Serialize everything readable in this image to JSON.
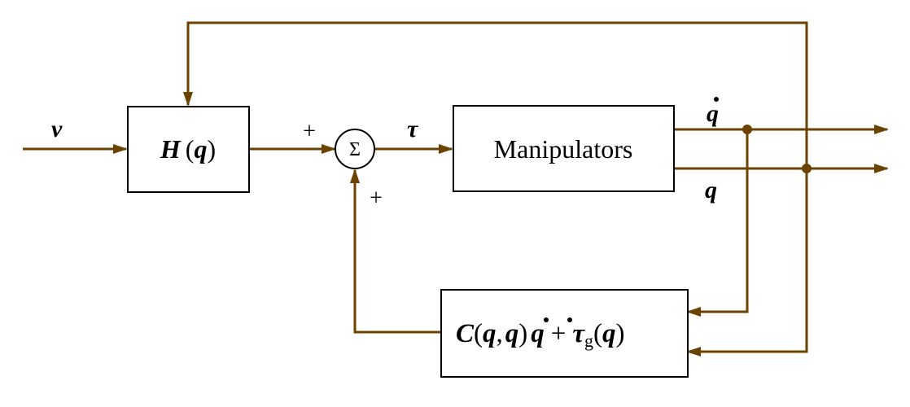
{
  "colors": {
    "signal": "#6b4200",
    "box_stroke": "#000000",
    "text": "#000000"
  },
  "signals": {
    "input": "v",
    "tau": "τ",
    "qdot": "q",
    "q": "q"
  },
  "blocks": {
    "h_block": {
      "func": "H",
      "open": "(",
      "arg": "q",
      "close": ")"
    },
    "sum": {
      "symbol": "Σ",
      "plus_top": "+",
      "plus_bottom": "+"
    },
    "plant": {
      "label": "Manipulators"
    },
    "comp": {
      "C": "C",
      "open": "(",
      "q": "q",
      "comma": ",",
      "qdot": "q",
      "close": ")",
      "qdot2": "q",
      "plus": "+",
      "tau": "τ",
      "sub": "g",
      "open2": "(",
      "q2": "q",
      "close2": ")"
    }
  }
}
